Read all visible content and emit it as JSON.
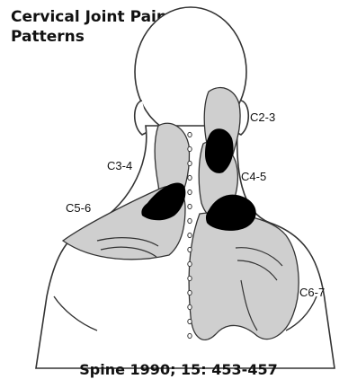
{
  "title_lines": [
    "Cervical Joint Pain",
    "Patterns"
  ],
  "labels": {
    "c23": "C2-3",
    "c34": "C3-4",
    "c45": "C4-5",
    "c56": "C5-6",
    "c67": "C6-7"
  },
  "citation": "Spine 1990; 15: 453-457",
  "colors": {
    "referred_area": "#cfcfcf",
    "core_pain": "#000000",
    "outline": "#333333"
  }
}
